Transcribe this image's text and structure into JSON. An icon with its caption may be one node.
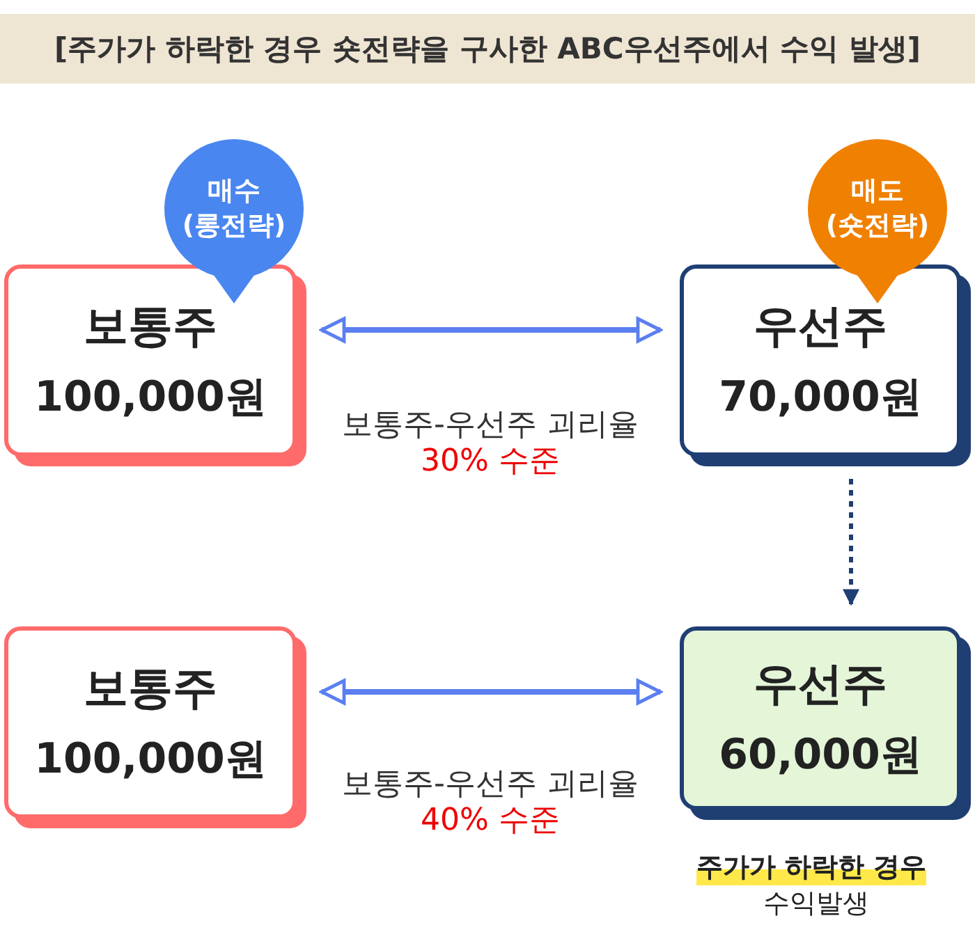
{
  "diagram": {
    "title": "[주가가 하락한 경우 숏전략을 구사한 ABC우선주에서 수익 발생]",
    "nodes": [
      {
        "text": [
          "매수 (롱전략)"
        ]
      },
      {
        "text": [
          "매도 (숏전략)"
        ]
      },
      {
        "text": [
          "보통주",
          "100,000원"
        ]
      },
      {
        "text": [
          "우선주",
          "70,000원"
        ]
      },
      {
        "text": [
          "보통주",
          "100,000원"
        ]
      },
      {
        "text": [
          "우선주",
          "60,000원"
        ],
        "beside": [
          "주가가 하락한 경우",
          "수익발생"
        ]
      }
    ],
    "edges": [
      {
        "from": 2,
        "to": 3,
        "arrow": "both"
      },
      {
        "from": 3,
        "to": 5,
        "arrow": "to",
        "style": "dashed",
        "color": "#1f3f73"
      },
      {
        "from": 4,
        "to": 5,
        "arrow": "both"
      }
    ],
    "labels": [
      "보통주-우선주 괴리율",
      "30% 수준",
      "보통주-우선주 괴리율",
      "40% 수준"
    ]
  }
}
